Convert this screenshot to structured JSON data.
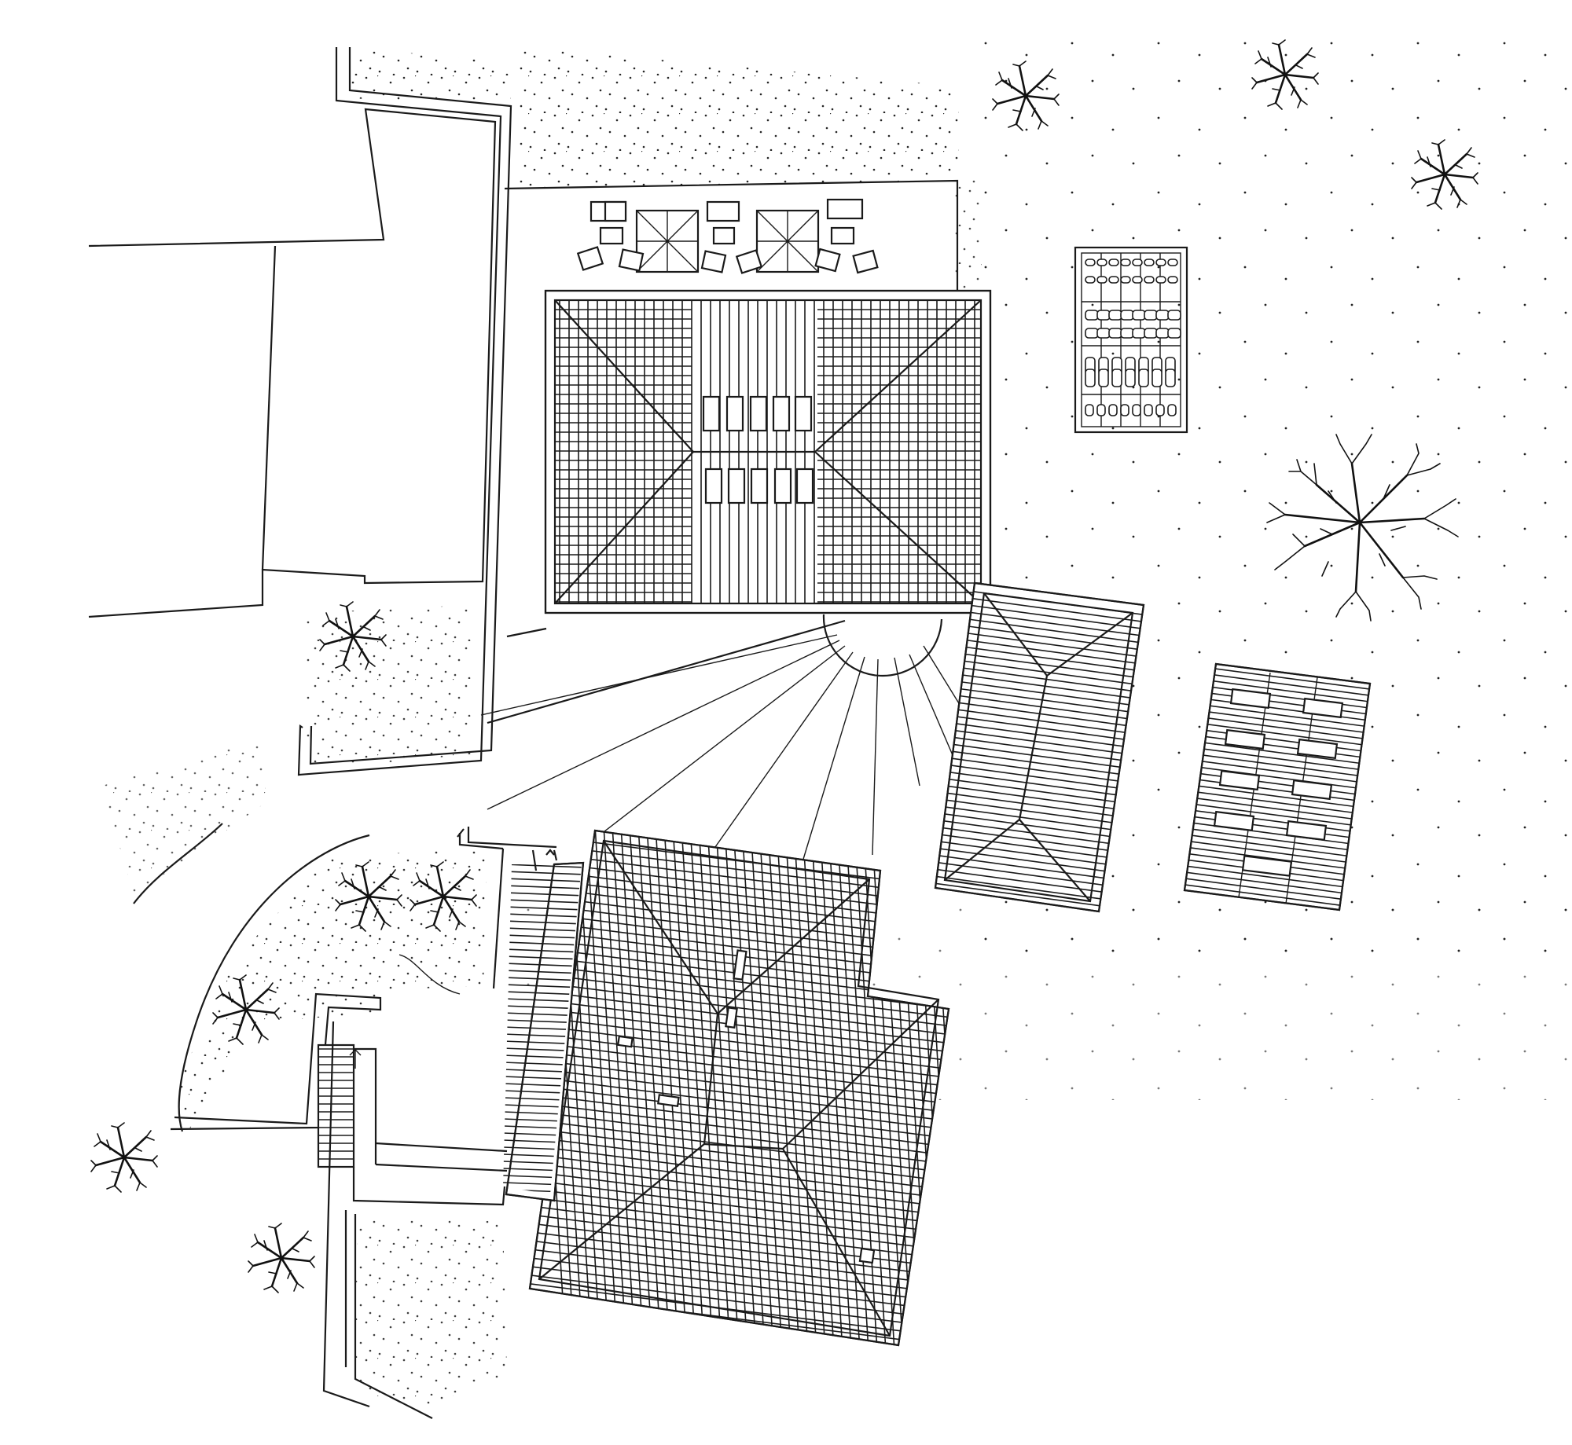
{
  "drawing": {
    "type": "site-plan",
    "style": "black-and-white line drawing",
    "text_labels": [],
    "colors": {
      "ink": "#1a1a1a",
      "paper": "#ffffff"
    }
  },
  "elements": {
    "trees": 10,
    "stippled_lawn_areas": true,
    "garden_beds": 2,
    "hip_roof_buildings": 3,
    "patio_umbrellas": 2,
    "radial_paving_courtyard": true
  }
}
